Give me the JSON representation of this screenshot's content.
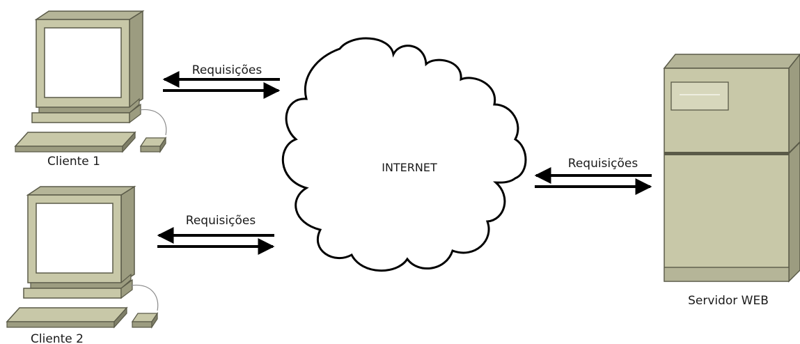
{
  "clients": [
    {
      "label": "Cliente 1"
    },
    {
      "label": "Cliente 2"
    }
  ],
  "cloud": {
    "label": "INTERNET"
  },
  "server": {
    "label": "Servidor WEB"
  },
  "links": [
    {
      "label": "Requisições"
    },
    {
      "label": "Requisições"
    },
    {
      "label": "Requisições"
    }
  ],
  "colors": {
    "device_body": "#c8c8a8",
    "device_dark": "#5a5a48",
    "device_shadow": "#9c9c80",
    "screen": "#ffffff",
    "stroke": "#000000"
  }
}
